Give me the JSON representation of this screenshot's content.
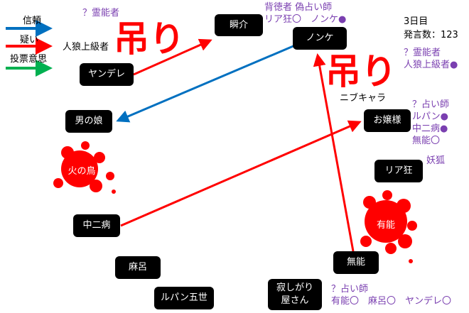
{
  "legend": {
    "trust": "信頼",
    "doubt": "疑い",
    "vote": "投票意思"
  },
  "colors": {
    "trust": "#0070c0",
    "doubt": "#ff0000",
    "vote": "#00b050",
    "note": "#7a3fb0"
  },
  "status": {
    "day": "3日目",
    "posts": "発言数：123"
  },
  "hang_label": "吊り",
  "nodes": {
    "shunsuke": "瞬介",
    "nonke": "ノンケ",
    "yandere": "ヤンデレ",
    "otokonoko": "男の娘",
    "hinotori": "火の鳥",
    "chuunibyou": "中二病",
    "maro": "麻呂",
    "lupin": "ルパン五世",
    "sabishigari": [
      "寂しがり",
      "屋さん"
    ],
    "munou": "無能",
    "yuunou": "有能",
    "riakyou": "リア狂",
    "ojousama": "お嬢様"
  },
  "hidden_labels": {
    "jinrou": "人狼上級者",
    "nibu": "ニブキャラ"
  },
  "notes": {
    "yandere": "？霊能者",
    "nonke": [
      "背徳者 偽占い師",
      "リア狂〇　ノンケ●"
    ],
    "right": [
      "？霊能者",
      "人狼上級者●"
    ],
    "ojousama": [
      "？占い師",
      "ルパン●",
      "中二病●",
      "無能〇"
    ],
    "riakyou": "妖狐",
    "sabishigari": [
      "？占い師",
      "有能〇　麻呂〇　ヤンデレ〇"
    ]
  }
}
